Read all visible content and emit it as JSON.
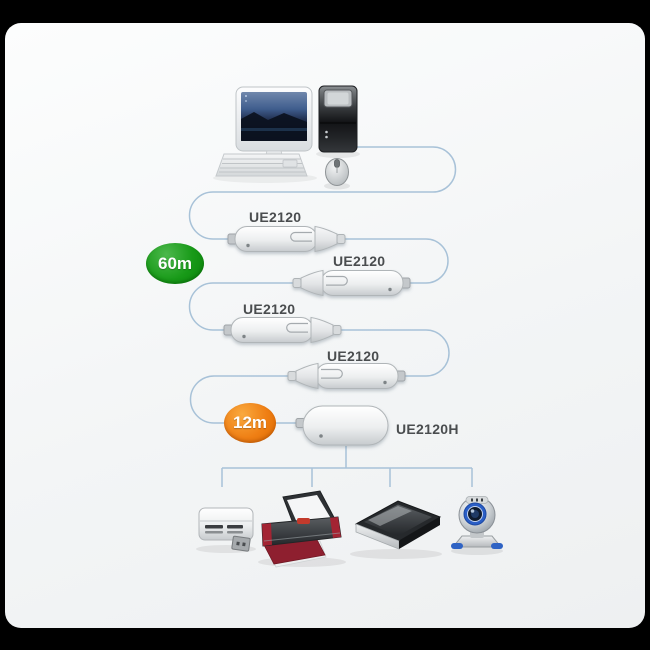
{
  "window": {
    "background_color": "#000000",
    "panel_color": "#f3f5f6"
  },
  "diagram": {
    "source_computer": {
      "icon": "desktop-computer-icon",
      "parts": [
        "monitor",
        "keyboard",
        "mouse",
        "tower",
        "usb-cable"
      ]
    },
    "extenders": [
      {
        "label": "UE2120"
      },
      {
        "label": "UE2120"
      },
      {
        "label": "UE2120"
      },
      {
        "label": "UE2120"
      }
    ],
    "hub": {
      "label": "UE2120H",
      "icon": "usb-hub-icon"
    },
    "badges": [
      {
        "id": "total-distance",
        "text": "60m",
        "color": "#189a18"
      },
      {
        "id": "segment-distance",
        "text": "12m",
        "color": "#ef7f14"
      }
    ],
    "peripherals": [
      {
        "icon": "card-reader-icon"
      },
      {
        "icon": "printer-icon"
      },
      {
        "icon": "scanner-icon"
      },
      {
        "icon": "webcam-icon"
      }
    ],
    "cable_color": "#a8c2d8",
    "label_color": "#4a4d4f"
  }
}
